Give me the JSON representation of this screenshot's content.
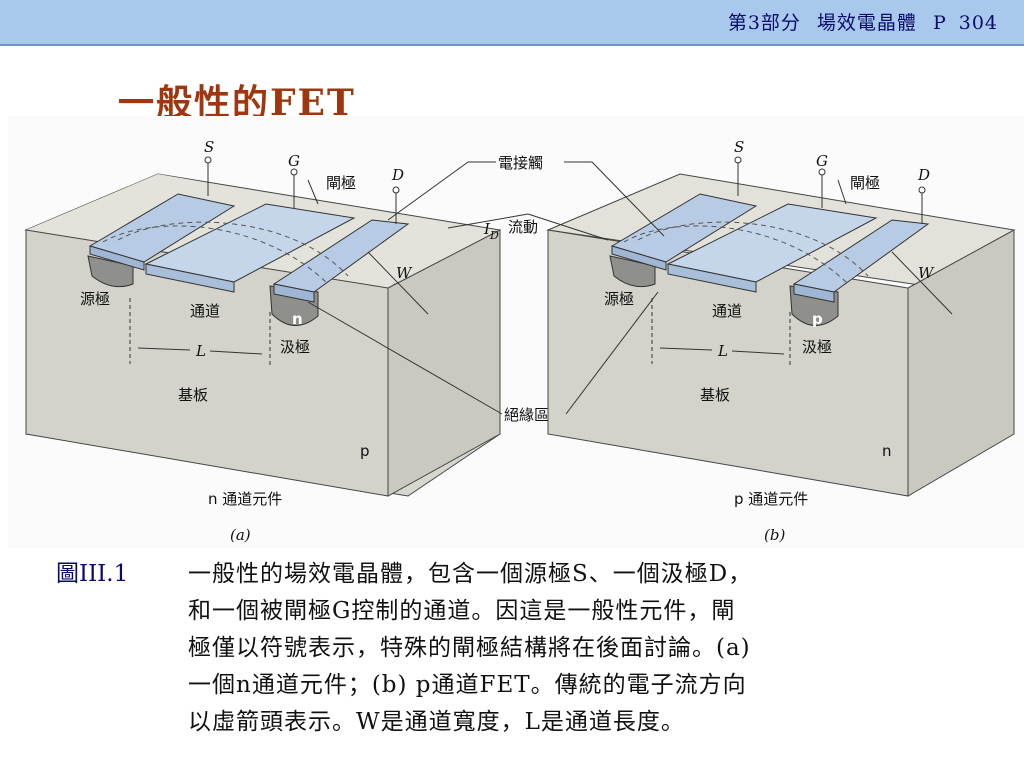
{
  "header": {
    "part": "第3部分",
    "chapter": "場效電晶體",
    "page_prefix": "P",
    "page_number": "304"
  },
  "title": "一般性的FET",
  "figure": {
    "left_panel": {
      "S": "S",
      "G": "G",
      "D": "D",
      "gate": "閘極",
      "source": "源極",
      "channel": "通道",
      "drain": "汲極",
      "L": "L",
      "W": "W",
      "substrate": "基板",
      "region_type": "n",
      "substrate_type": "p",
      "element_label": "n 通道元件",
      "sub_label": "(a)"
    },
    "right_panel": {
      "S": "S",
      "G": "G",
      "D": "D",
      "gate": "閘極",
      "source": "源極",
      "channel": "通道",
      "drain": "汲極",
      "L": "L",
      "W": "W",
      "substrate": "基板",
      "region_type": "p",
      "substrate_type": "n",
      "element_label": "p 通道元件",
      "sub_label": "(b)"
    },
    "callouts": {
      "contact": "電接觸",
      "id_symbol": "I",
      "id_sub": "D",
      "flow": "流動",
      "insulation": "絕緣區"
    }
  },
  "caption": {
    "fig_number": "圖III.1",
    "lines": [
      "一般性的場效電晶體，包含一個源極S、一個汲極D，",
      "和一個被閘極G控制的通道。因這是一般性元件，閘",
      "極僅以符號表示，特殊的閘極結構將在後面討論。(a)",
      "一個n通道元件；(b) p通道FET。傳統的電子流方向",
      "以虛箭頭表示。W是通道寬度，L是通道長度。"
    ]
  }
}
